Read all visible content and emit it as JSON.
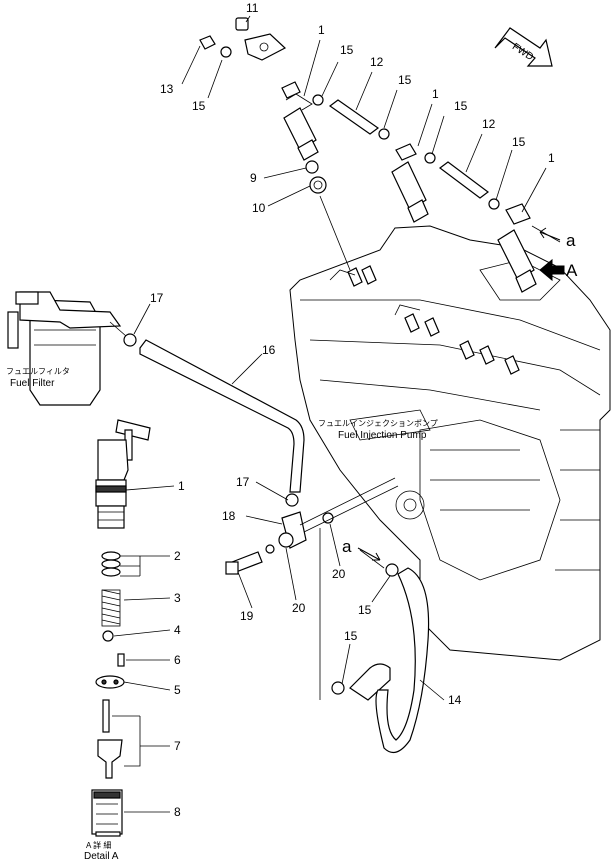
{
  "callouts": {
    "c11": "11",
    "c13": "13",
    "c15a": "15",
    "c1a": "1",
    "c15b": "15",
    "c12a": "12",
    "c15c": "15",
    "c1b": "1",
    "c15d": "15",
    "c12b": "12",
    "c15e": "15",
    "c1c": "1",
    "c9": "9",
    "c10": "10",
    "ca_top": "a",
    "cA_top": "A",
    "c17a": "17",
    "c16": "16",
    "c1d": "1",
    "c2": "2",
    "c3": "3",
    "c4": "4",
    "c6": "6",
    "c5": "5",
    "c7": "7",
    "c8": "8",
    "c17b": "17",
    "c18": "18",
    "c20a": "20",
    "ca_bottom": "a",
    "c20b": "20",
    "c19": "19",
    "c15f": "15",
    "c15g": "15",
    "c14": "14"
  },
  "labels": {
    "fwd": "FWD",
    "fuel_filter_jp": "フュエルフィルタ",
    "fuel_filter_en": "Fuel Filter",
    "injection_pump_jp": "フュエルインジェクションポンプ",
    "injection_pump_en": "Fuel Injection Pump",
    "detail_jp": "A 詳 細",
    "detail_en": "Detail A"
  }
}
